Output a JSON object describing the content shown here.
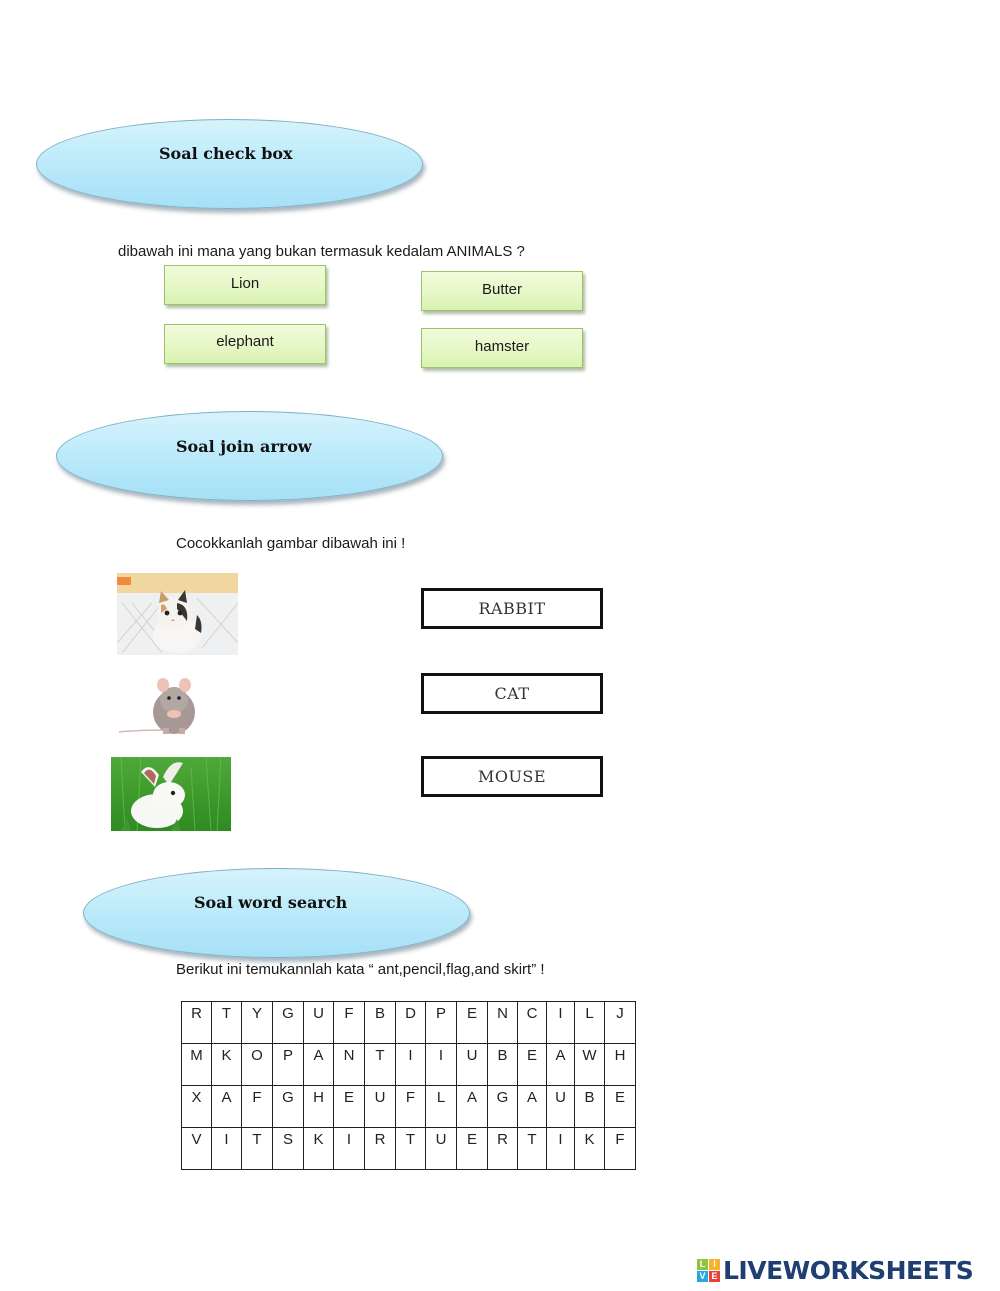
{
  "sections": {
    "checkbox": {
      "title": "Soal check box",
      "question": "dibawah ini mana yang bukan termasuk kedalam ANIMALS ?",
      "options": [
        "Lion",
        "Butter",
        "elephant",
        "hamster"
      ]
    },
    "join_arrow": {
      "title": "Soal join arrow",
      "instruction": "Cocokkanlah gambar dibawah ini !",
      "pictures": [
        "cat-photo",
        "mouse-photo",
        "rabbit-photo"
      ],
      "words": [
        "RABBIT",
        "CAT",
        "MOUSE"
      ]
    },
    "word_search": {
      "title": "Soal word search",
      "instruction": "Berikut ini temukannlah kata “ ant,pencil,flag,and skirt” !",
      "grid": [
        [
          "R",
          "T",
          "Y",
          "G",
          "U",
          "F",
          "B",
          "D",
          "P",
          "E",
          "N",
          "C",
          "I",
          "L",
          "J"
        ],
        [
          "M",
          "K",
          "O",
          "P",
          "A",
          "N",
          "T",
          "I",
          "I",
          "U",
          "B",
          "E",
          "A",
          "W",
          "H"
        ],
        [
          "X",
          "A",
          "F",
          "G",
          "H",
          "E",
          "U",
          "F",
          "L",
          "A",
          "G",
          "A",
          "U",
          "B",
          "E"
        ],
        [
          "V",
          "I",
          "T",
          "S",
          "K",
          "I",
          "R",
          "T",
          "U",
          "E",
          "R",
          "T",
          "I",
          "K",
          "F"
        ]
      ]
    }
  },
  "footer": {
    "logo_letters": [
      "L",
      "I",
      "V",
      "E"
    ],
    "logo_colors": [
      "#8cc63f",
      "#f7b32b",
      "#29a8e0",
      "#e8413a"
    ],
    "logo_text": "LIVEWORKSHEETS",
    "logo_text_color": "#1f3e72"
  },
  "colors": {
    "ellipse_fill": "#b9e9fa",
    "option_fill": "#e4f7c4",
    "word_box_border": "#111111"
  }
}
